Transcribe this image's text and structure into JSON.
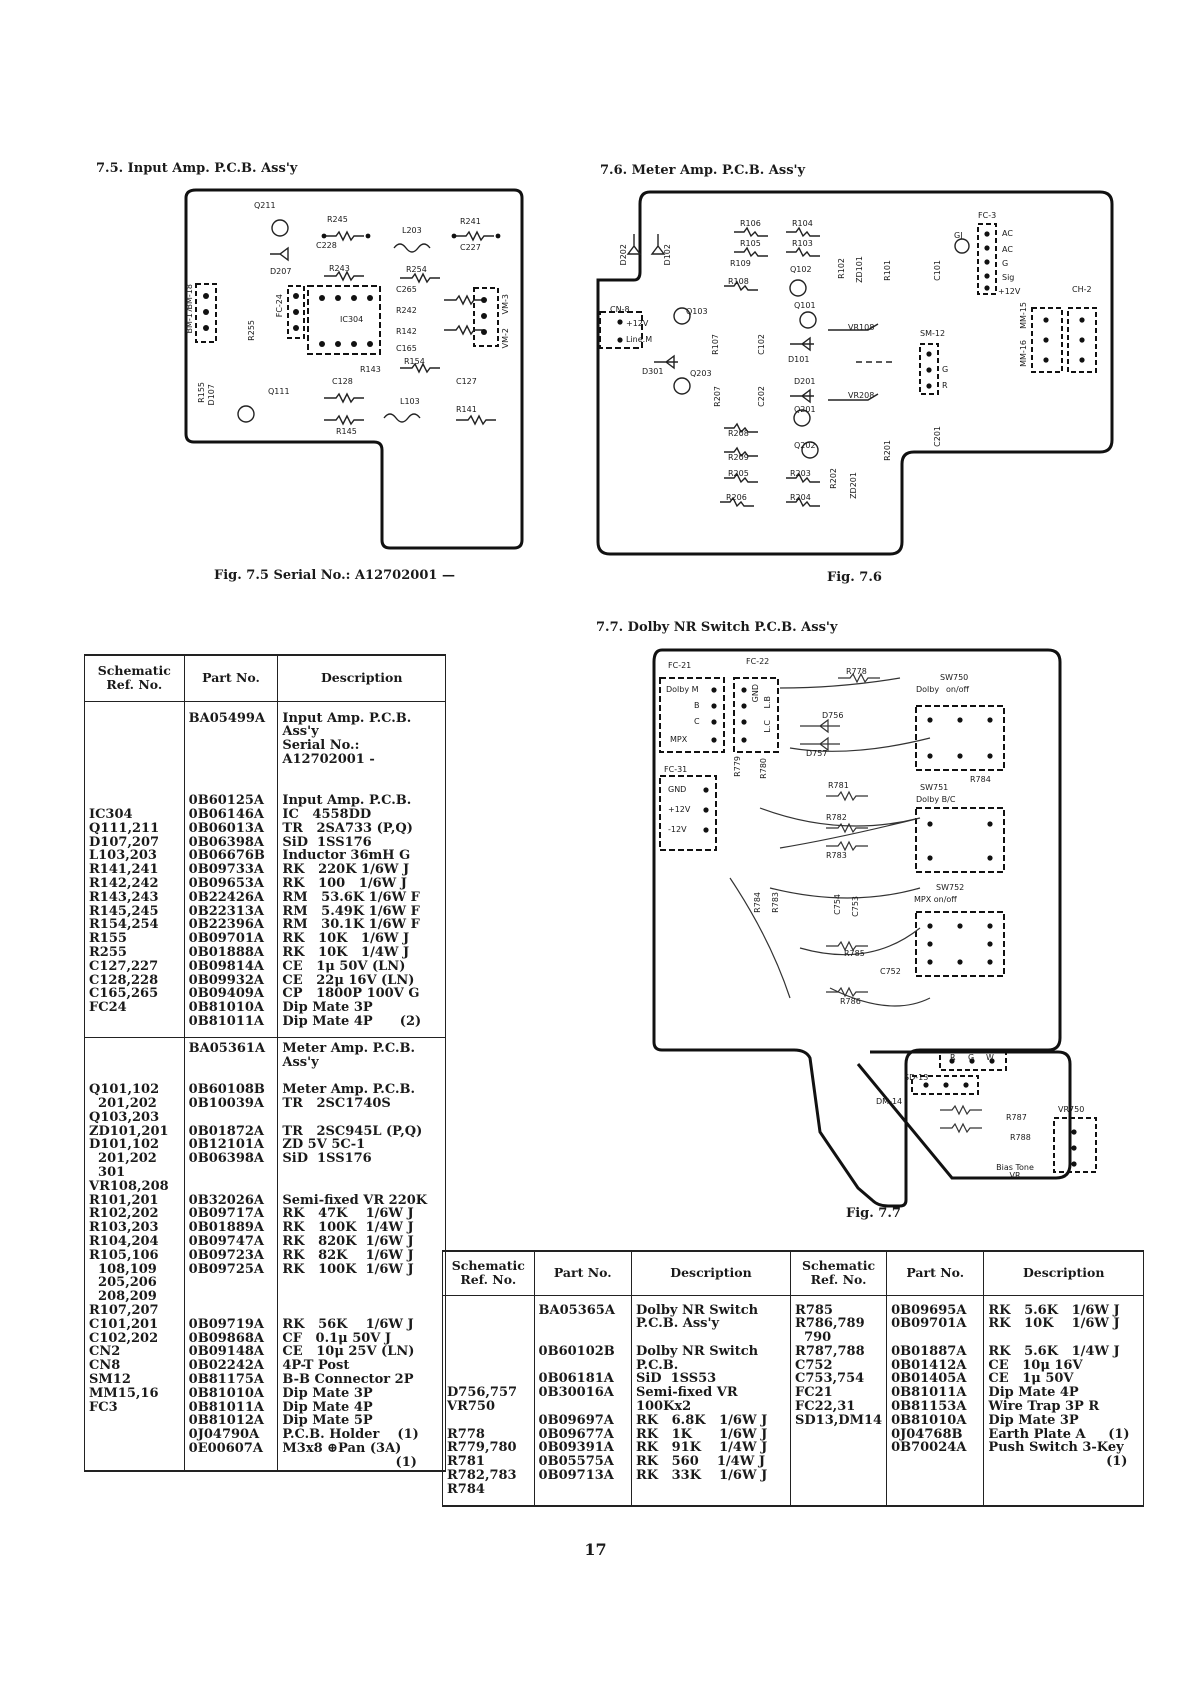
{
  "sections": {
    "input_title": "7.5. Input Amp. P.C.B. Ass'y",
    "meter_title": "7.6. Meter Amp. P.C.B. Ass'y",
    "dolby_title": "7.7. Dolby NR Switch P.C.B. Ass'y"
  },
  "captions": {
    "fig75": "Fig. 7.5   Serial No.: A12702001 —",
    "fig76": "Fig. 7.6",
    "fig77": "Fig. 7.7"
  },
  "page_number": "17",
  "boards": {
    "input": [
      "Q211",
      "R245",
      "R241",
      "L203",
      "C228",
      "C227",
      "D207",
      "R243",
      "R254",
      "C265",
      "BM-17",
      "BM-18",
      "FC-24",
      "IC304",
      "R242",
      "VM-3",
      "VM-2",
      "R142",
      "C165",
      "R255",
      "R143",
      "R154",
      "C128",
      "C127",
      "R155",
      "D107",
      "Q111",
      "L103",
      "R141",
      "R145"
    ],
    "meter": [
      "R106",
      "R104",
      "FC-3",
      "D202",
      "D102",
      "R105",
      "R103",
      "GJ",
      "AC",
      "AC",
      "G",
      "Sig",
      "+12V",
      "R109",
      "Q102",
      "R102",
      "ZD101",
      "R101",
      "C101",
      "CH-2",
      "R108",
      "CN-8",
      "+12V",
      "Line.M",
      "Q103",
      "Q101",
      "VR108",
      "SM-12",
      "MM-15",
      "MM-16",
      "R107",
      "C102",
      "D101",
      "G",
      "R",
      "D301",
      "Q203",
      "D201",
      "Q201",
      "VR208",
      "R207",
      "C202",
      "R208",
      "Q202",
      "R209",
      "R201",
      "C201",
      "R205",
      "R203",
      "R202",
      "ZD201",
      "R206",
      "R204"
    ],
    "dolby": [
      "FC-21",
      "FC-22",
      "R778",
      "SW750",
      "Dolby",
      "on/off",
      "Dolby M",
      "B",
      "C",
      "MPX",
      "GND",
      "L.B",
      "L.C",
      "D756",
      "D757",
      "R784",
      "FC-31",
      "GND",
      "+12V",
      "-12V",
      "R779",
      "R780",
      "R781",
      "SW751",
      "Dolby B/C",
      "R782",
      "R783",
      "SW752",
      "MPX on/off",
      "R784",
      "R783",
      "C754",
      "C753",
      "R785",
      "C752",
      "R786",
      "SD-13",
      "DM-14",
      "R",
      "G",
      "W",
      "R787",
      "R788",
      "VR750",
      "Bias Tone VR"
    ]
  },
  "table_left": {
    "headers": [
      "Schematic\nRef. No.",
      "Part No.",
      "Description"
    ],
    "groups": [
      {
        "ref": "\n\n\n\n\n\n\nIC304\nQ111,211\nD107,207\nL103,203\nR141,241\nR142,242\nR143,243\nR145,245\nR154,254\nR155\nR255\nC127,227\nC128,228\nC165,265\nFC24",
        "part": "BA05499A\n\n\n\n\n\n0B60125A\n0B06146A\n0B06013A\n0B06398A\n0B06676B\n0B09733A\n0B09653A\n0B22426A\n0B22313A\n0B22396A\n0B09701A\n0B01888A\n0B09814A\n0B09932A\n0B09409A\n0B81010A\n0B81011A",
        "desc": "Input Amp. P.C.B.\nAss'y\nSerial No.:\nA12702001 -\n\n\nInput Amp. P.C.B.\nIC   4558DD\nTR   2SA733 (P,Q)\nSiD  1SS176\nInductor 36mH G\nRK   220K 1/6W J\nRK   100   1/6W J\nRM   53.6K 1/6W F\nRM   5.49K 1/6W F\nRM   30.1K 1/6W F\nRK   10K   1/6W J\nRK   10K   1/4W J\nCE   1μ 50V (LN)\nCE   22μ 16V (LN)\nCP   1800P 100V G\nDip Mate 3P\nDip Mate 4P      (2)"
      },
      {
        "ref": "\n\n\nQ101,102\n  201,202\nQ103,203\nZD101,201\nD101,102\n  201,202\n  301\nVR108,208\nR101,201\nR102,202\nR103,203\nR104,204\nR105,106\n  108,109\n  205,206\n  208,209\nR107,207\nC101,201\nC102,202\nCN2\nCN8\nSM12\nMM15,16\nFC3",
        "part": "BA05361A\n\n\n0B60108B\n0B10039A\n\n0B01872A\n0B12101A\n0B06398A\n\n\n0B32026A\n0B09717A\n0B01889A\n0B09747A\n0B09723A\n0B09725A\n\n\n\n0B09719A\n0B09868A\n0B09148A\n0B02242A\n0B81175A\n0B81010A\n0B81011A\n0B81012A\n0J04790A\n0E00607A",
        "desc": "Meter Amp. P.C.B.\nAss'y\n\nMeter Amp. P.C.B.\nTR   2SC1740S\n\nTR   2SC945L (P,Q)\nZD 5V 5C-1\nSiD  1SS176\n\n\nSemi-fixed VR 220K\nRK   47K    1/6W J\nRK   100K  1/4W J\nRK   820K  1/6W J\nRK   82K    1/6W J\nRK   100K  1/6W J\n\n\n\nRK   56K    1/6W J\nCF   0.1μ 50V J\nCE   10μ 25V (LN)\n4P-T Post\nB-B Connector 2P\nDip Mate 3P\nDip Mate 4P\nDip Mate 5P\nP.C.B. Holder    (1)\nM3x8 ⊕Pan (3A)\n                         (1)"
      }
    ]
  },
  "table_right": {
    "headers": [
      "Schematic\nRef. No.",
      "Part No.",
      "Description",
      "Schematic\nRef. No.",
      "Part No.",
      "Description"
    ],
    "cols": [
      "\n\n\n\n\n\nD756,757\nVR750\n\nR778\nR779,780\nR781\nR782,783\nR784",
      "BA05365A\n\n\n0B60102B\n\n0B06181A\n0B30016A\n\n0B09697A\n0B09677A\n0B09391A\n0B05575A\n0B09713A",
      "Dolby NR Switch\nP.C.B. Ass'y\n\nDolby NR Switch\nP.C.B.\nSiD  1SS53\nSemi-fixed VR\n100Kx2\nRK   6.8K   1/6W J\nRK   1K      1/6W J\nRK   91K    1/4W J\nRK   560    1/4W J\nRK   33K    1/6W J",
      "R785\nR786,789\n  790\nR787,788\nC752\nC753,754\nFC21\nFC22,31\nSD13,DM14",
      "0B09695A\n0B09701A\n\n0B01887A\n0B01412A\n0B01405A\n0B81011A\n0B81153A\n0B81010A\n0J04768B\n0B70024A",
      "RK   5.6K   1/6W J\nRK   10K    1/6W J\n\nRK   5.6K   1/4W J\nCE   10μ 16V\nCE   1μ 50V\nDip Mate 4P\nWire Trap 3P R\nDip Mate 3P\nEarth Plate A     (1)\nPush Switch 3-Key\n                          (1)"
    ]
  }
}
